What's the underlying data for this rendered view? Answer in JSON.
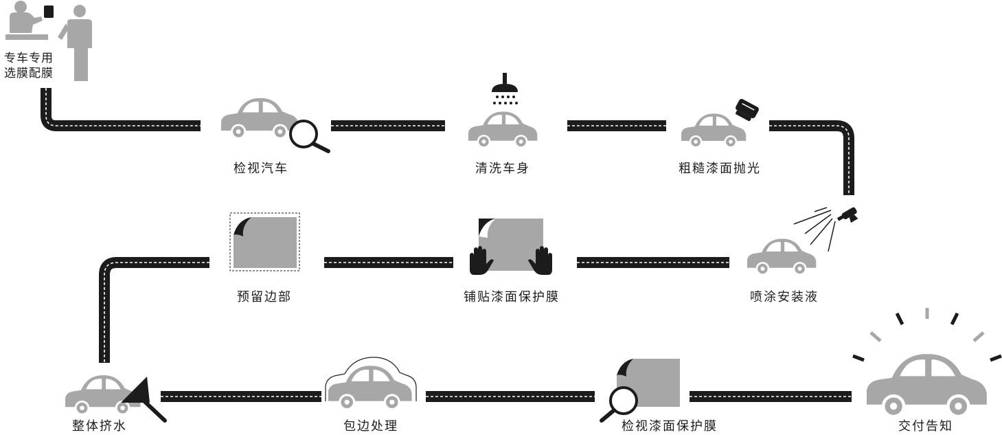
{
  "start": {
    "line1": "专车专用",
    "line2": "选膜配膜"
  },
  "steps": [
    {
      "label": "检视汽车",
      "icon": "car-inspect-icon"
    },
    {
      "label": "清洗车身",
      "icon": "car-wash-icon"
    },
    {
      "label": "粗糙漆面抛光",
      "icon": "car-polish-icon"
    },
    {
      "label": "喷涂安装液",
      "icon": "car-spray-icon"
    },
    {
      "label": "铺贴漆面保护膜",
      "icon": "film-apply-icon"
    },
    {
      "label": "预留边部",
      "icon": "film-edge-reserve-icon"
    },
    {
      "label": "整体挤水",
      "icon": "car-squeegee-icon"
    },
    {
      "label": "包边处理",
      "icon": "car-edge-wrap-icon"
    },
    {
      "label": "检视漆面保护膜",
      "icon": "film-inspect-icon"
    },
    {
      "label": "交付告知",
      "icon": "car-delivery-icon"
    }
  ],
  "colors": {
    "road": "#1c1c1c",
    "car": "#a7a7a7",
    "ink": "#1c1c1c",
    "dash": "#ffffff"
  }
}
